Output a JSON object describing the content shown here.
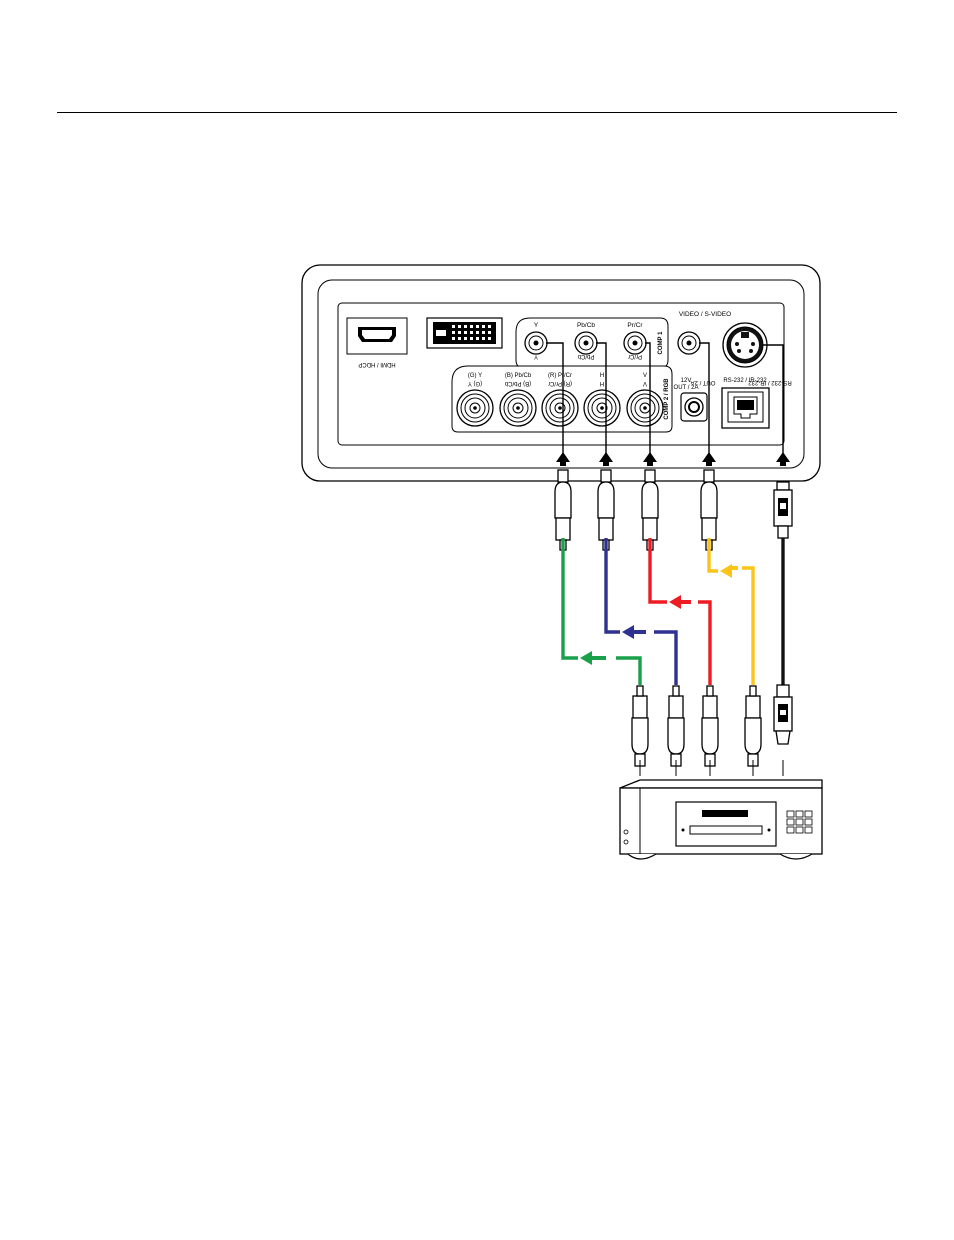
{
  "panel_labels": {
    "hdmi": "HDMI / HDCP",
    "comp1_y": "Y",
    "comp1_y_flip": "Y",
    "comp1_pb": "Pb/Cb",
    "comp1_pb_flip": "Pb/Cb",
    "comp1_pr": "Pr/Cr",
    "comp1_pr_flip": "Pr/Cr",
    "comp1": "COMP 1",
    "video": "VIDEO / S-VIDEO",
    "comp2_g": "(G) Y",
    "comp2_g_flip": "(G) Y",
    "comp2_b": "(B) Pb/Cb",
    "comp2_b_flip": "(B) Pb/Cb",
    "comp2_r": "(R) Pr/Cr",
    "comp2_r_flip": "(R) Pr/Cr",
    "comp2_h": "H",
    "comp2_h_flip": "H",
    "comp2_v": "V",
    "comp2_v_flip": "V",
    "comp2": "COMP 2 / RGB",
    "trigger_12v": "12V",
    "trigger_out": "OUT / 2A",
    "trigger_flip": "OUT / 2A",
    "rs232": "RS-232 / IR-232",
    "rs232_flip": "RS-232 / IR-232"
  },
  "cable_colors": {
    "y_green": "#1aa04a",
    "pb_blue": "#2e3192",
    "pr_red": "#ed1c24",
    "video_yellow": "#fcc419",
    "svideo_black": "#1a1a1a"
  }
}
